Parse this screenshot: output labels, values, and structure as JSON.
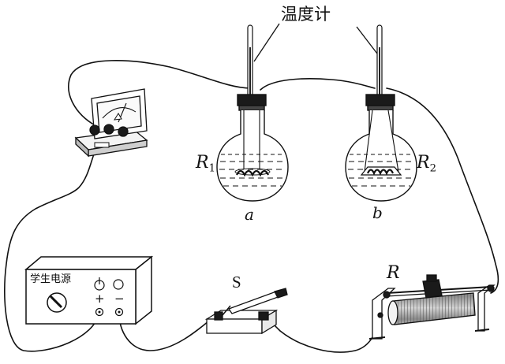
{
  "labels": {
    "thermometer": "温度计",
    "resistor1": "R",
    "resistor1_sub": "1",
    "resistor2": "R",
    "resistor2_sub": "2",
    "flask_a": "a",
    "flask_b": "b",
    "switch": "S",
    "rheostat": "R",
    "power_supply": "学生电源",
    "plus": "+",
    "minus": "−"
  }
}
